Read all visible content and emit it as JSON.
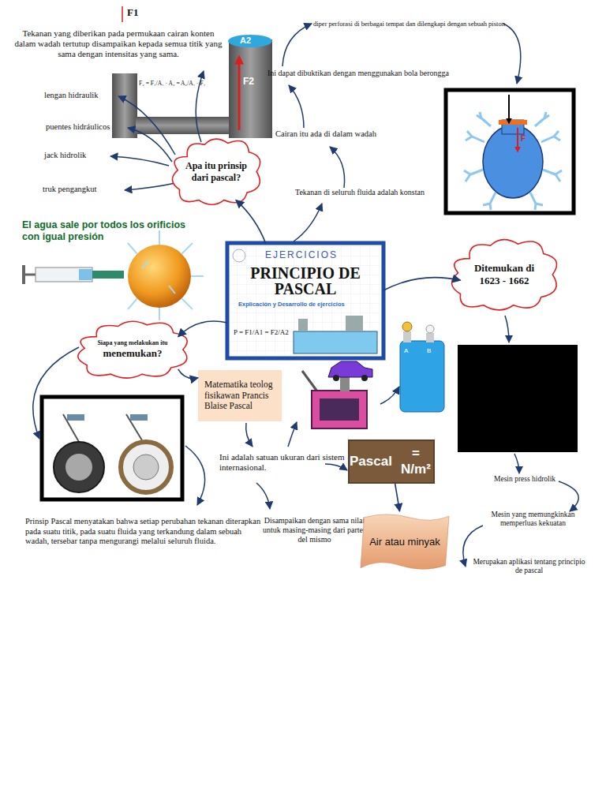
{
  "diagram": {
    "nodes": [
      {
        "text": [
          "Apa itu prinsip dari pascal?"
        ]
      },
      {
        "text": [
          "Ditemukan di 1623 - 1662"
        ]
      },
      {
        "text": [
          "EJERCICIOS",
          "PRINCIPIO DE PASCAL",
          "Explicación y Desarrollo de ejercicios",
          "P = F1/A1 = F2/A2"
        ]
      },
      {
        "text": [
          "Siapa yang melakukan itu",
          "menemukan?"
        ]
      },
      {
        "text": [
          "Matematika teolog fisikawan Prancis Blaise Pascal"
        ]
      },
      {
        "text": [
          "Pascal",
          "= N/m²"
        ]
      },
      {
        "text": [
          "Air atau minyak"
        ]
      }
    ],
    "edges": [
      {
        "from": 2,
        "to": 0,
        "arrow": "to"
      },
      {
        "from": 2,
        "to": 1,
        "arrow": "to"
      },
      {
        "from": 2,
        "to": 3,
        "arrow": "to"
      },
      {
        "from": 3,
        "to": 4,
        "arrow": "to"
      },
      {
        "from": 5,
        "to": 6,
        "arrow": "to"
      }
    ],
    "labels": [
      "F1",
      "Tekanan yang diberikan pada permukaan cairan konten dalam wadah tertutup disampaikan kepada semua titik yang sama dengan intensitas yang sama.",
      "A2",
      "F2",
      "F₂ = F₁/A₁ · A₂ = A₂/A₁ · F₁",
      "lengan hidraulik",
      "puentes hidráulicos",
      "jack hidrolik",
      "truk pengangkut",
      "diper perforasi di berbagai tempat dan dilengkapi dengan sebuah piston",
      "Ini dapat dibuktikan dengan menggunakan bola berongga",
      "Cairan itu ada di dalam wadah",
      "Tekanan di seluruh fluida adalah konstan",
      "F",
      "El agua sale por todos los orificios con igual presión",
      "A",
      "B",
      "Ini adalah satuan ukuran dari sistem internasional.",
      "Mesin press hidrolik",
      "Mesin yang memungkinkan memperluas kekuatan",
      "Merupakan aplikasi tentang principio de pascal",
      "Disampaikan dengan sama nilai untuk masing-masing dari partes del mismo",
      "Prinsip Pascal menyatakan bahwa setiap perubahan tekanan diterapkan pada suatu titik, pada suatu fluida yang terkandung dalam sebuah wadah, tersebar tanpa mengurangi melalui seluruh fluida."
    ]
  }
}
